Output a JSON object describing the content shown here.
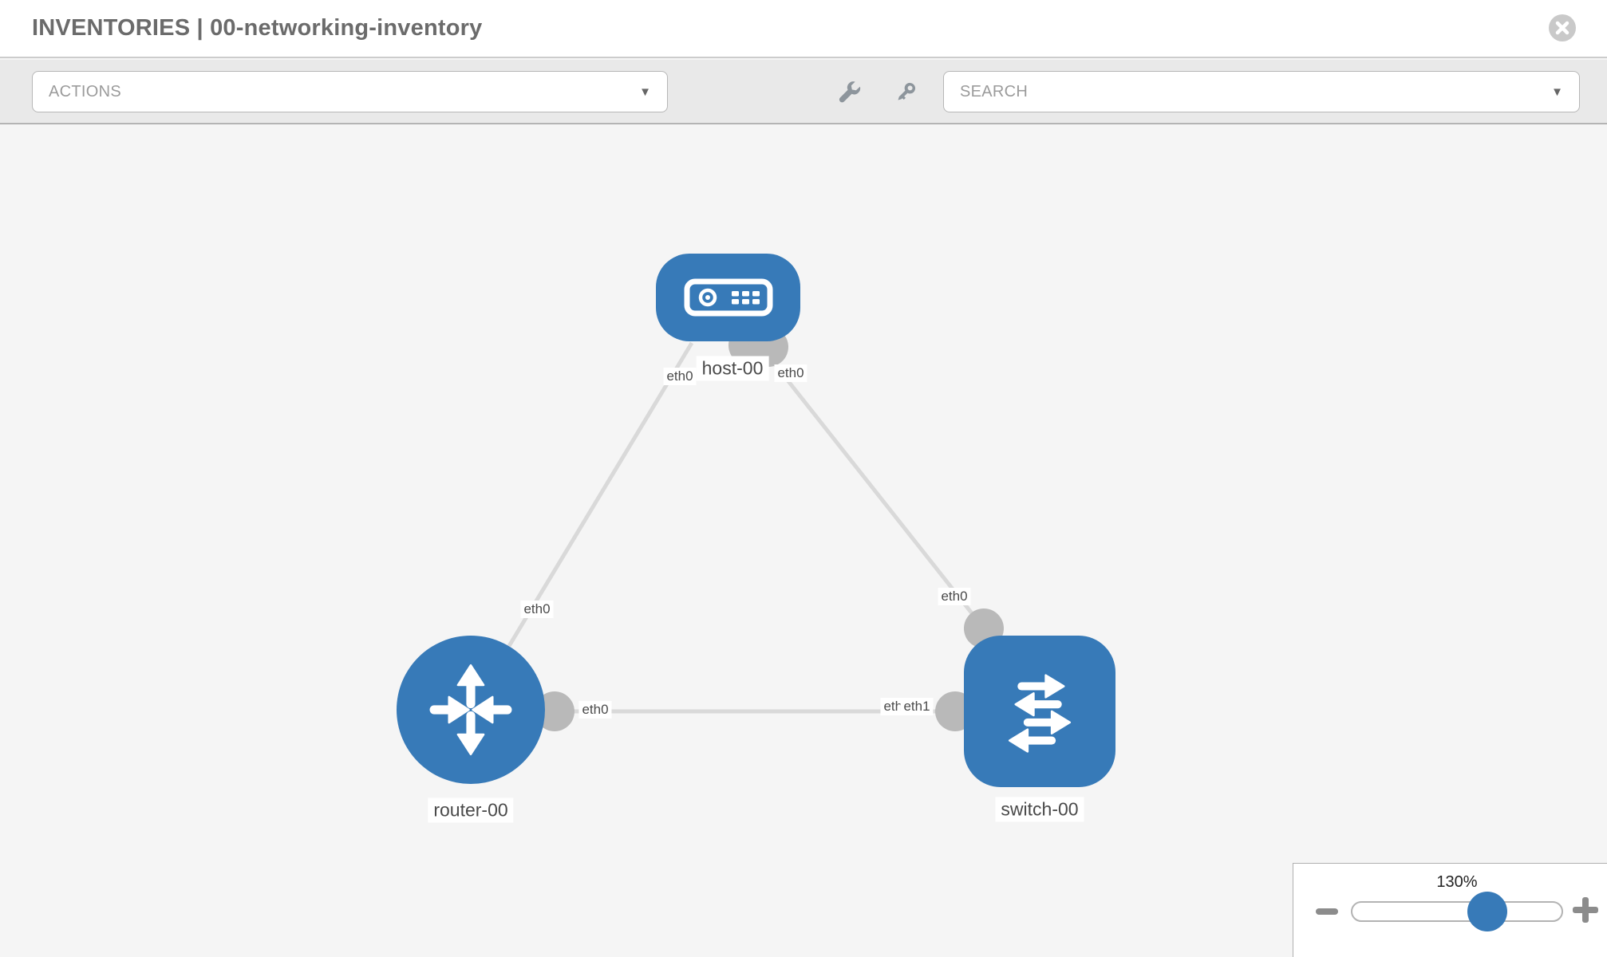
{
  "header": {
    "title": "INVENTORIES | 00-networking-inventory"
  },
  "toolbar": {
    "actions": {
      "label": "ACTIONS"
    },
    "search": {
      "label": "SEARCH"
    },
    "icons": [
      "wrench-icon",
      "key-icon"
    ]
  },
  "topology": {
    "nodes": [
      {
        "label": "host-00",
        "type": "host"
      },
      {
        "label": "router-00",
        "type": "router"
      },
      {
        "label": "switch-00",
        "type": "switch"
      }
    ],
    "links": [
      {
        "from": "host-00",
        "from_iface": "eth0",
        "to": "router-00",
        "to_iface": "eth0"
      },
      {
        "from": "host-00",
        "from_iface": "eth0",
        "to": "switch-00",
        "to_iface": "eth0"
      },
      {
        "from": "router-00",
        "from_iface": "eth0",
        "to": "switch-00",
        "to_iface": "eth1"
      }
    ],
    "iface_labels": {
      "host_to_router_near_host": "eth0",
      "host_to_switch_near_host": "eth0",
      "host_to_router_near_router": "eth0",
      "host_to_switch_near_switch": "eth0",
      "router_to_switch_near_router": "eth0",
      "router_to_switch_near_switch_hidden": "eth0",
      "router_to_switch_near_switch": "eth1"
    }
  },
  "zoom_control": {
    "value_label": "130%",
    "percent": 130
  },
  "colors": {
    "node_blue": "#377ab8",
    "link_gray": "#d9d9d9",
    "interface_dot_gray": "#b9b9b9",
    "toolbar_gray": "#e9e9e9",
    "canvas_gray": "#f5f5f5"
  }
}
